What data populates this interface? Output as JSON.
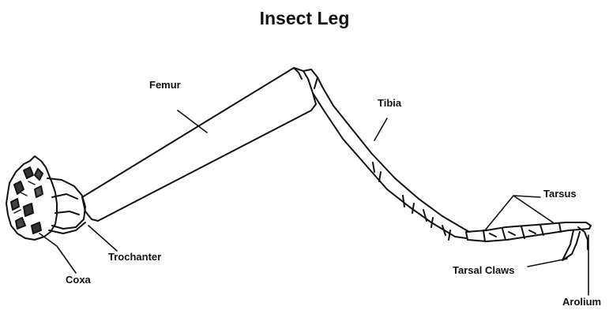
{
  "title": "Insect Leg",
  "labels": {
    "femur": "Femur",
    "tibia": "Tibia",
    "tarsus": "Tarsus",
    "trochanter": "Trochanter",
    "coxa": "Coxa",
    "tarsal_claws": "Tarsal Claws",
    "arolium": "Arolium"
  },
  "colors": {
    "line": "#111111",
    "background": "#ffffff"
  }
}
